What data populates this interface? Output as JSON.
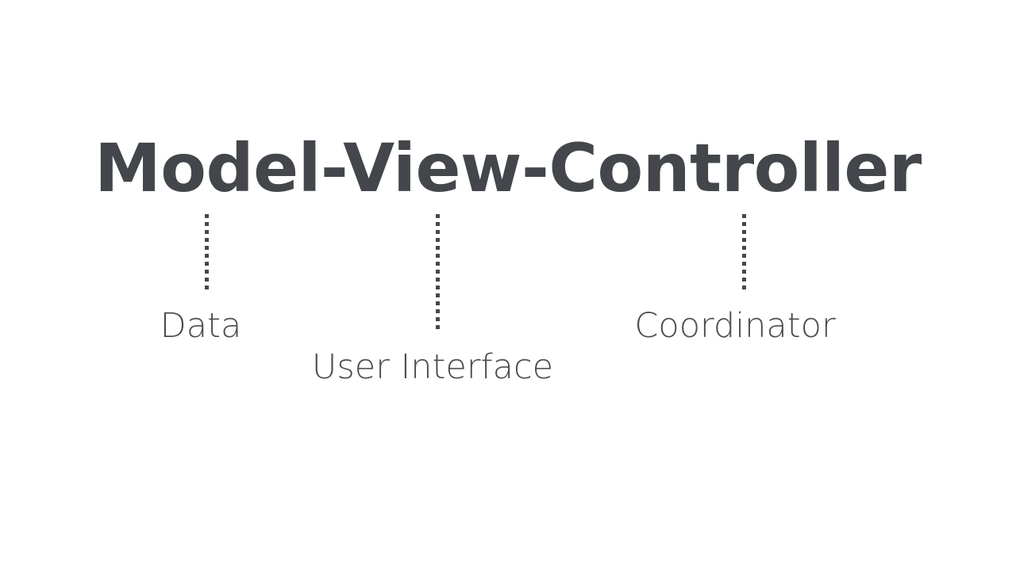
{
  "slide": {
    "background_color": "#ffffff",
    "title": {
      "text": "Model-View-Controller",
      "color": "#43464a"
    },
    "accent_color": "#45484c",
    "label_color": "#4a4d52",
    "components": [
      {
        "term": "Model",
        "label": "Data",
        "connector": "dotted-vertical-line"
      },
      {
        "term": "View",
        "label": "User Interface",
        "connector": "dotted-vertical-line"
      },
      {
        "term": "Controller",
        "label": "Coordinator",
        "connector": "dotted-vertical-line"
      }
    ]
  }
}
